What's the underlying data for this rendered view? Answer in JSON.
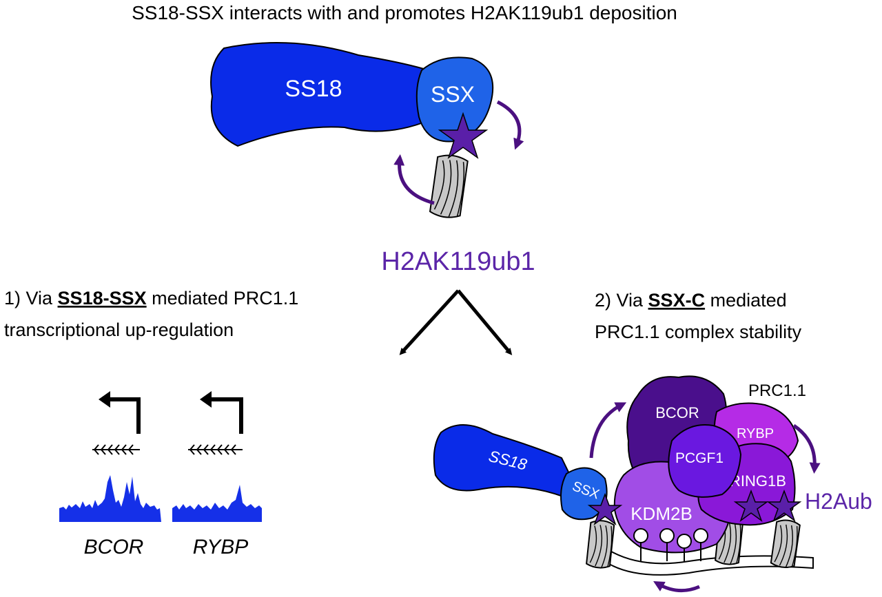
{
  "title": "SS18-SSX interacts with and promotes H2AK119ub1 deposition",
  "top": {
    "ss18_label": "SS18",
    "ssx_label": "SSX",
    "mark_label": "H2AK119ub1"
  },
  "left": {
    "line1_pre": "1) Via ",
    "line1_bold": "SS18-SSX",
    "line1_post": " mediated PRC1.1",
    "line2": "transcriptional up-regulation",
    "gene1": "BCOR",
    "gene2": "RYBP"
  },
  "right": {
    "line1_pre": "2) Via ",
    "line1_bold": "SSX-C",
    "line1_post": " mediated",
    "line2": "PRC1.1 complex stability",
    "complex_label": "PRC1.1",
    "ss18_label": "SS18",
    "ssx_label": "SSX",
    "bcor_label": "BCOR",
    "rybp_label": "RYBP",
    "pcgf1_label": "PCGF1",
    "ring1b_label": "RING1B",
    "kdm2b_label": "KDM2B",
    "mark_label": "H2Aub"
  },
  "colors": {
    "ss18": "#0a2be8",
    "ssx": "#1f63e8",
    "star": "#5a1fa8",
    "arrow_purple": "#4b1080",
    "mark_text": "#5b25a8",
    "bcor": "#4a0f8c",
    "rybp": "#b52be6",
    "pcgf1": "#6a18e0",
    "ring1b": "#8a18d8",
    "kdm2b": "#a14de6",
    "track": "#1530e8",
    "nucleosome": "#c8c8c8"
  }
}
